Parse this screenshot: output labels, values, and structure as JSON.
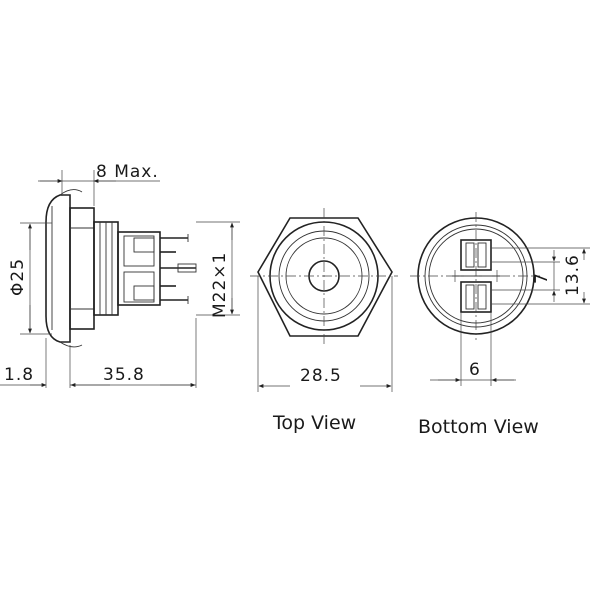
{
  "dimensions": {
    "max_length": "8 Max.",
    "diameter": "Φ25",
    "thread": "M22×1",
    "flange": "1.8",
    "body_length": "35.8",
    "hex_width": "28.5",
    "terminal_gap_inner": "7",
    "terminal_gap_outer": "13.6",
    "terminal_width": "6"
  },
  "captions": {
    "top_view": "Top View",
    "bottom_view": "Bottom View"
  }
}
